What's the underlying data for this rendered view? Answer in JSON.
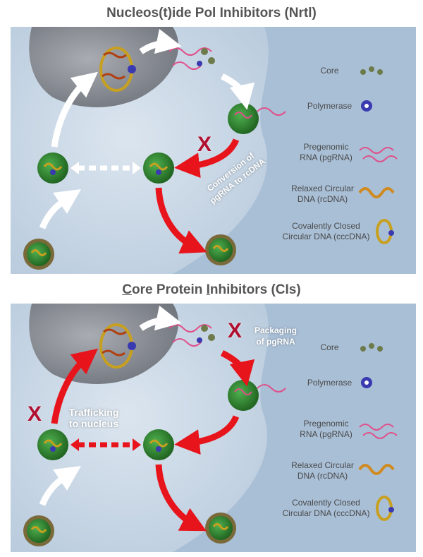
{
  "titles": {
    "top": "Nucleos(t)ide Pol Inhibitors (Nrtl)",
    "bottom_parts": [
      "C",
      "ore Protein ",
      "I",
      "nhibitors (CIs)"
    ]
  },
  "legend": {
    "core": "Core",
    "polymerase": "Polymerase",
    "pgrna_line1": "Pregenomic",
    "pgrna_line2": "RNA (pgRNA)",
    "rcdna_line1": "Relaxed Circular",
    "rcdna_line2": "DNA (rcDNA)",
    "cccdna_line1": "Covalently Closed",
    "cccdna_line2": "Circular DNA (cccDNA)"
  },
  "annotations": {
    "conversion_line1": "Conversion of",
    "conversion_line2": "pgRNA to rcDNA",
    "packaging_line1": "Packaging",
    "packaging_line2": "of pgRNA",
    "trafficking_line1": "Trafficking",
    "trafficking_line2": "to nucleus",
    "inhibit_mark": "X"
  },
  "colors": {
    "panel_bg": "#a9bfd6",
    "cell": "#c8d6e4",
    "nucleus": "#8a8e96",
    "white_arrow": "#ffffff",
    "red_arrow": "#e8141c",
    "inhibit_mark": "#b01030",
    "capsid_green": "#2e8b2e",
    "rna_pink": "#e0508a",
    "polymerase_blue": "#3a3ab0"
  }
}
